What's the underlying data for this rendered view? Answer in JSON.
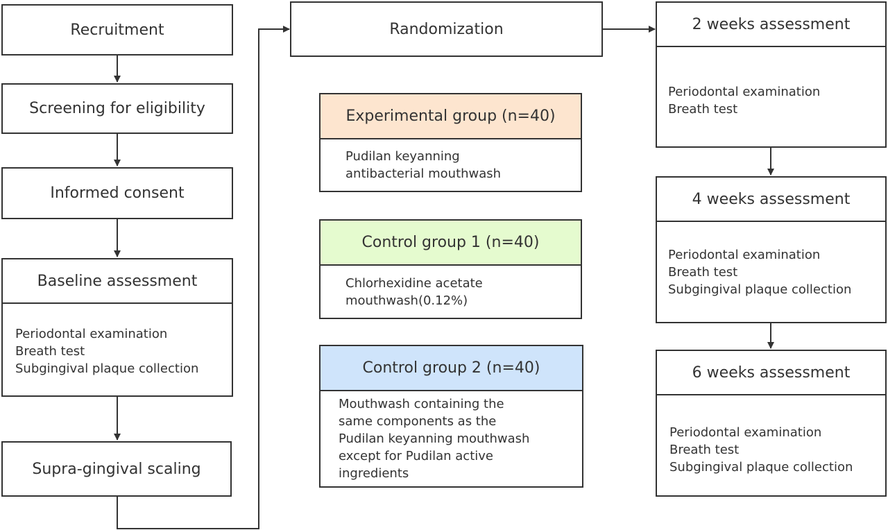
{
  "left_column": {
    "recruitment": "Recruitment",
    "screening": "Screening for eligibility",
    "consent": "Informed consent",
    "baseline": {
      "title": "Baseline assessment",
      "items": [
        "Periodontal examination",
        "Breath test",
        "Subgingival plaque collection"
      ]
    },
    "scaling": "Supra-gingival scaling"
  },
  "randomization": "Randomization",
  "groups": [
    {
      "title": "Experimental group (n=40)",
      "color": "#fde5cf",
      "lines": [
        "Pudilan keyanning",
        "antibacterial mouthwash"
      ]
    },
    {
      "title": "Control group 1 (n=40)",
      "color": "#e5fbcf",
      "lines": [
        "Chlorhexidine acetate",
        "mouthwash(0.12%)"
      ]
    },
    {
      "title": "Control group 2 (n=40)",
      "color": "#cfe4fb",
      "lines": [
        "Mouthwash containing the",
        "same components as the",
        "Pudilan keyanning mouthwash",
        "except for Pudilan active",
        "ingredients"
      ]
    }
  ],
  "assessments": [
    {
      "title": "2 weeks assessment",
      "items": [
        "Periodontal examination",
        "Breath test"
      ]
    },
    {
      "title": "4 weeks assessment",
      "items": [
        "Periodontal examination",
        "Breath test",
        "Subgingival plaque collection"
      ]
    },
    {
      "title": "6 weeks assessment",
      "items": [
        "Periodontal examination",
        "Breath test",
        "Subgingival plaque collection"
      ]
    }
  ]
}
